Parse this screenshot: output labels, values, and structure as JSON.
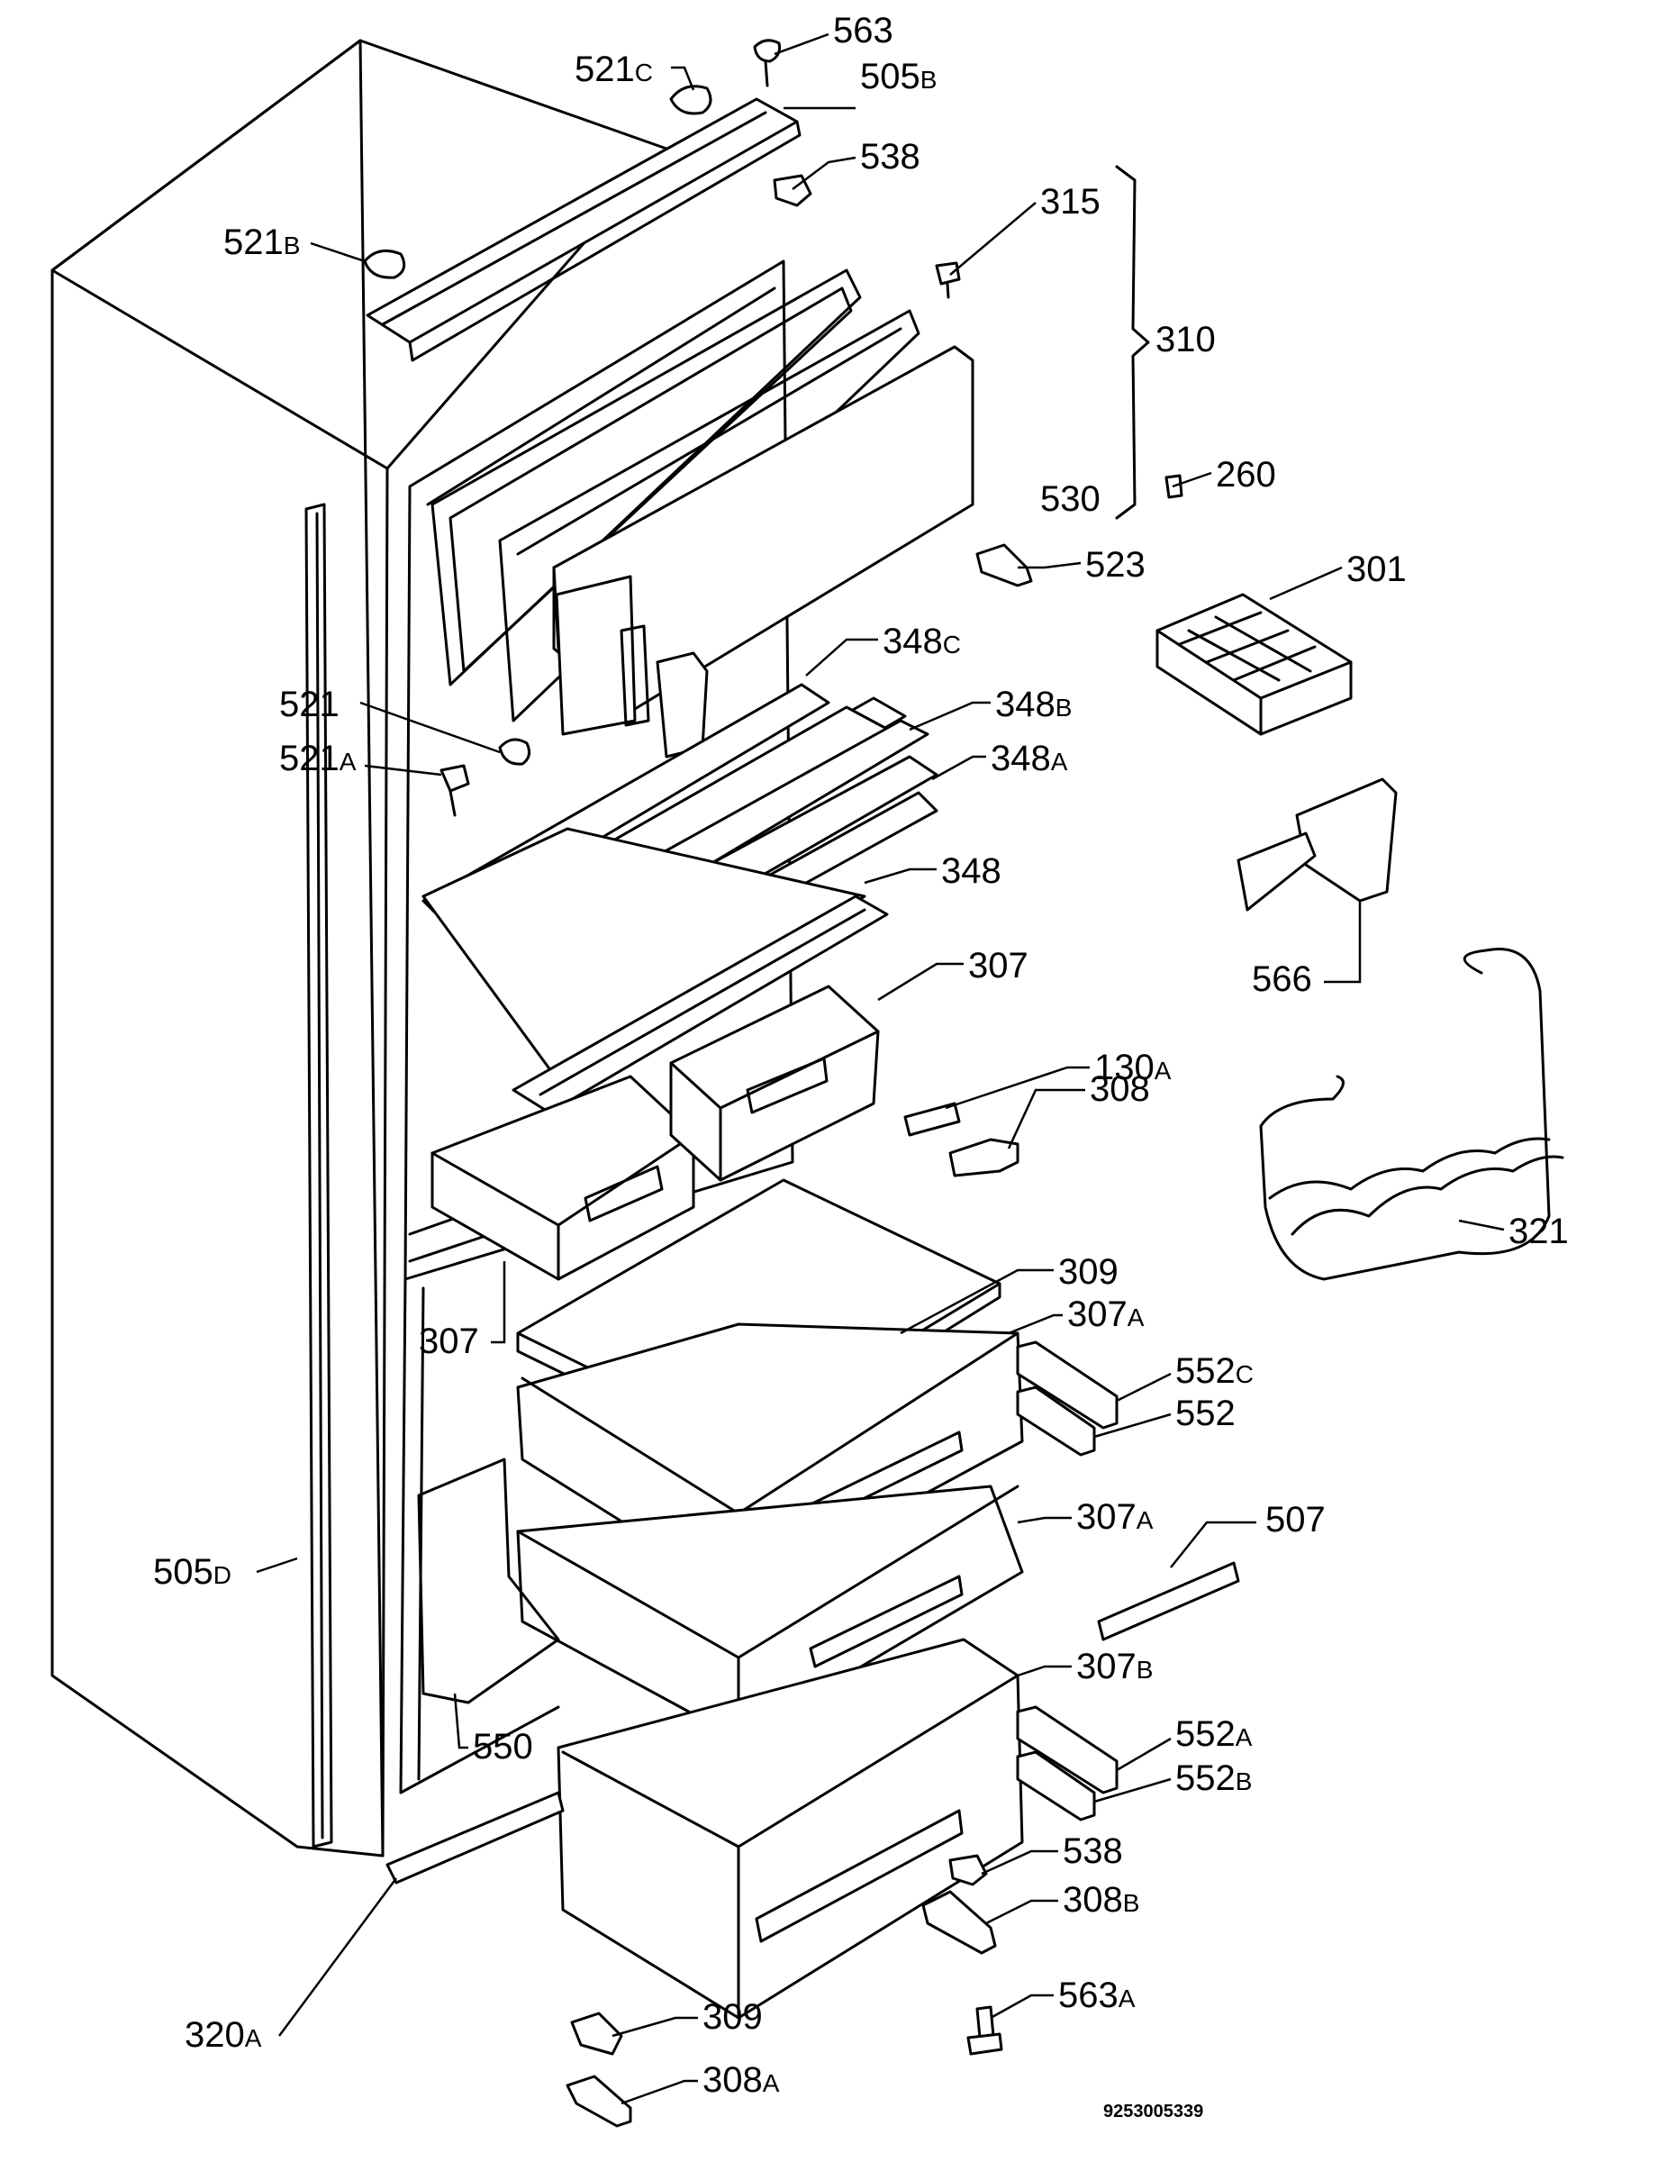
{
  "labels": [
    {
      "id": "563",
      "main": "563",
      "suffix": ""
    },
    {
      "id": "521C",
      "main": "521",
      "suffix": "C"
    },
    {
      "id": "505B",
      "main": "505",
      "suffix": "B"
    },
    {
      "id": "538-top",
      "main": "538",
      "suffix": ""
    },
    {
      "id": "315",
      "main": "315",
      "suffix": ""
    },
    {
      "id": "521B",
      "main": "521",
      "suffix": "B"
    },
    {
      "id": "310",
      "main": "310",
      "suffix": ""
    },
    {
      "id": "260",
      "main": "260",
      "suffix": ""
    },
    {
      "id": "530",
      "main": "530",
      "suffix": ""
    },
    {
      "id": "523",
      "main": "523",
      "suffix": ""
    },
    {
      "id": "301",
      "main": "301",
      "suffix": ""
    },
    {
      "id": "348C",
      "main": "348",
      "suffix": "C"
    },
    {
      "id": "521",
      "main": "521",
      "suffix": ""
    },
    {
      "id": "348B",
      "main": "348",
      "suffix": "B"
    },
    {
      "id": "521A",
      "main": "521",
      "suffix": "A"
    },
    {
      "id": "348A",
      "main": "348",
      "suffix": "A"
    },
    {
      "id": "348",
      "main": "348",
      "suffix": ""
    },
    {
      "id": "566",
      "main": "566",
      "suffix": ""
    },
    {
      "id": "307-top",
      "main": "307",
      "suffix": ""
    },
    {
      "id": "130A",
      "main": "130",
      "suffix": "A"
    },
    {
      "id": "308",
      "main": "308",
      "suffix": ""
    },
    {
      "id": "321",
      "main": "321",
      "suffix": ""
    },
    {
      "id": "309-mid",
      "main": "309",
      "suffix": ""
    },
    {
      "id": "307A-1",
      "main": "307",
      "suffix": "A"
    },
    {
      "id": "307-left",
      "main": "307",
      "suffix": ""
    },
    {
      "id": "552C",
      "main": "552",
      "suffix": "C"
    },
    {
      "id": "552",
      "main": "552",
      "suffix": ""
    },
    {
      "id": "507",
      "main": "507",
      "suffix": ""
    },
    {
      "id": "307A-2",
      "main": "307",
      "suffix": "A"
    },
    {
      "id": "505D",
      "main": "505",
      "suffix": "D"
    },
    {
      "id": "307B",
      "main": "307",
      "suffix": "B"
    },
    {
      "id": "552A",
      "main": "552",
      "suffix": "A"
    },
    {
      "id": "550",
      "main": "550",
      "suffix": ""
    },
    {
      "id": "552B",
      "main": "552",
      "suffix": "B"
    },
    {
      "id": "538-bottom",
      "main": "538",
      "suffix": ""
    },
    {
      "id": "308B",
      "main": "308",
      "suffix": "B"
    },
    {
      "id": "320A",
      "main": "320",
      "suffix": "A"
    },
    {
      "id": "563A",
      "main": "563",
      "suffix": "A"
    },
    {
      "id": "309-bottom",
      "main": "309",
      "suffix": ""
    },
    {
      "id": "308A",
      "main": "308",
      "suffix": "A"
    }
  ],
  "document_number": "9253005339"
}
